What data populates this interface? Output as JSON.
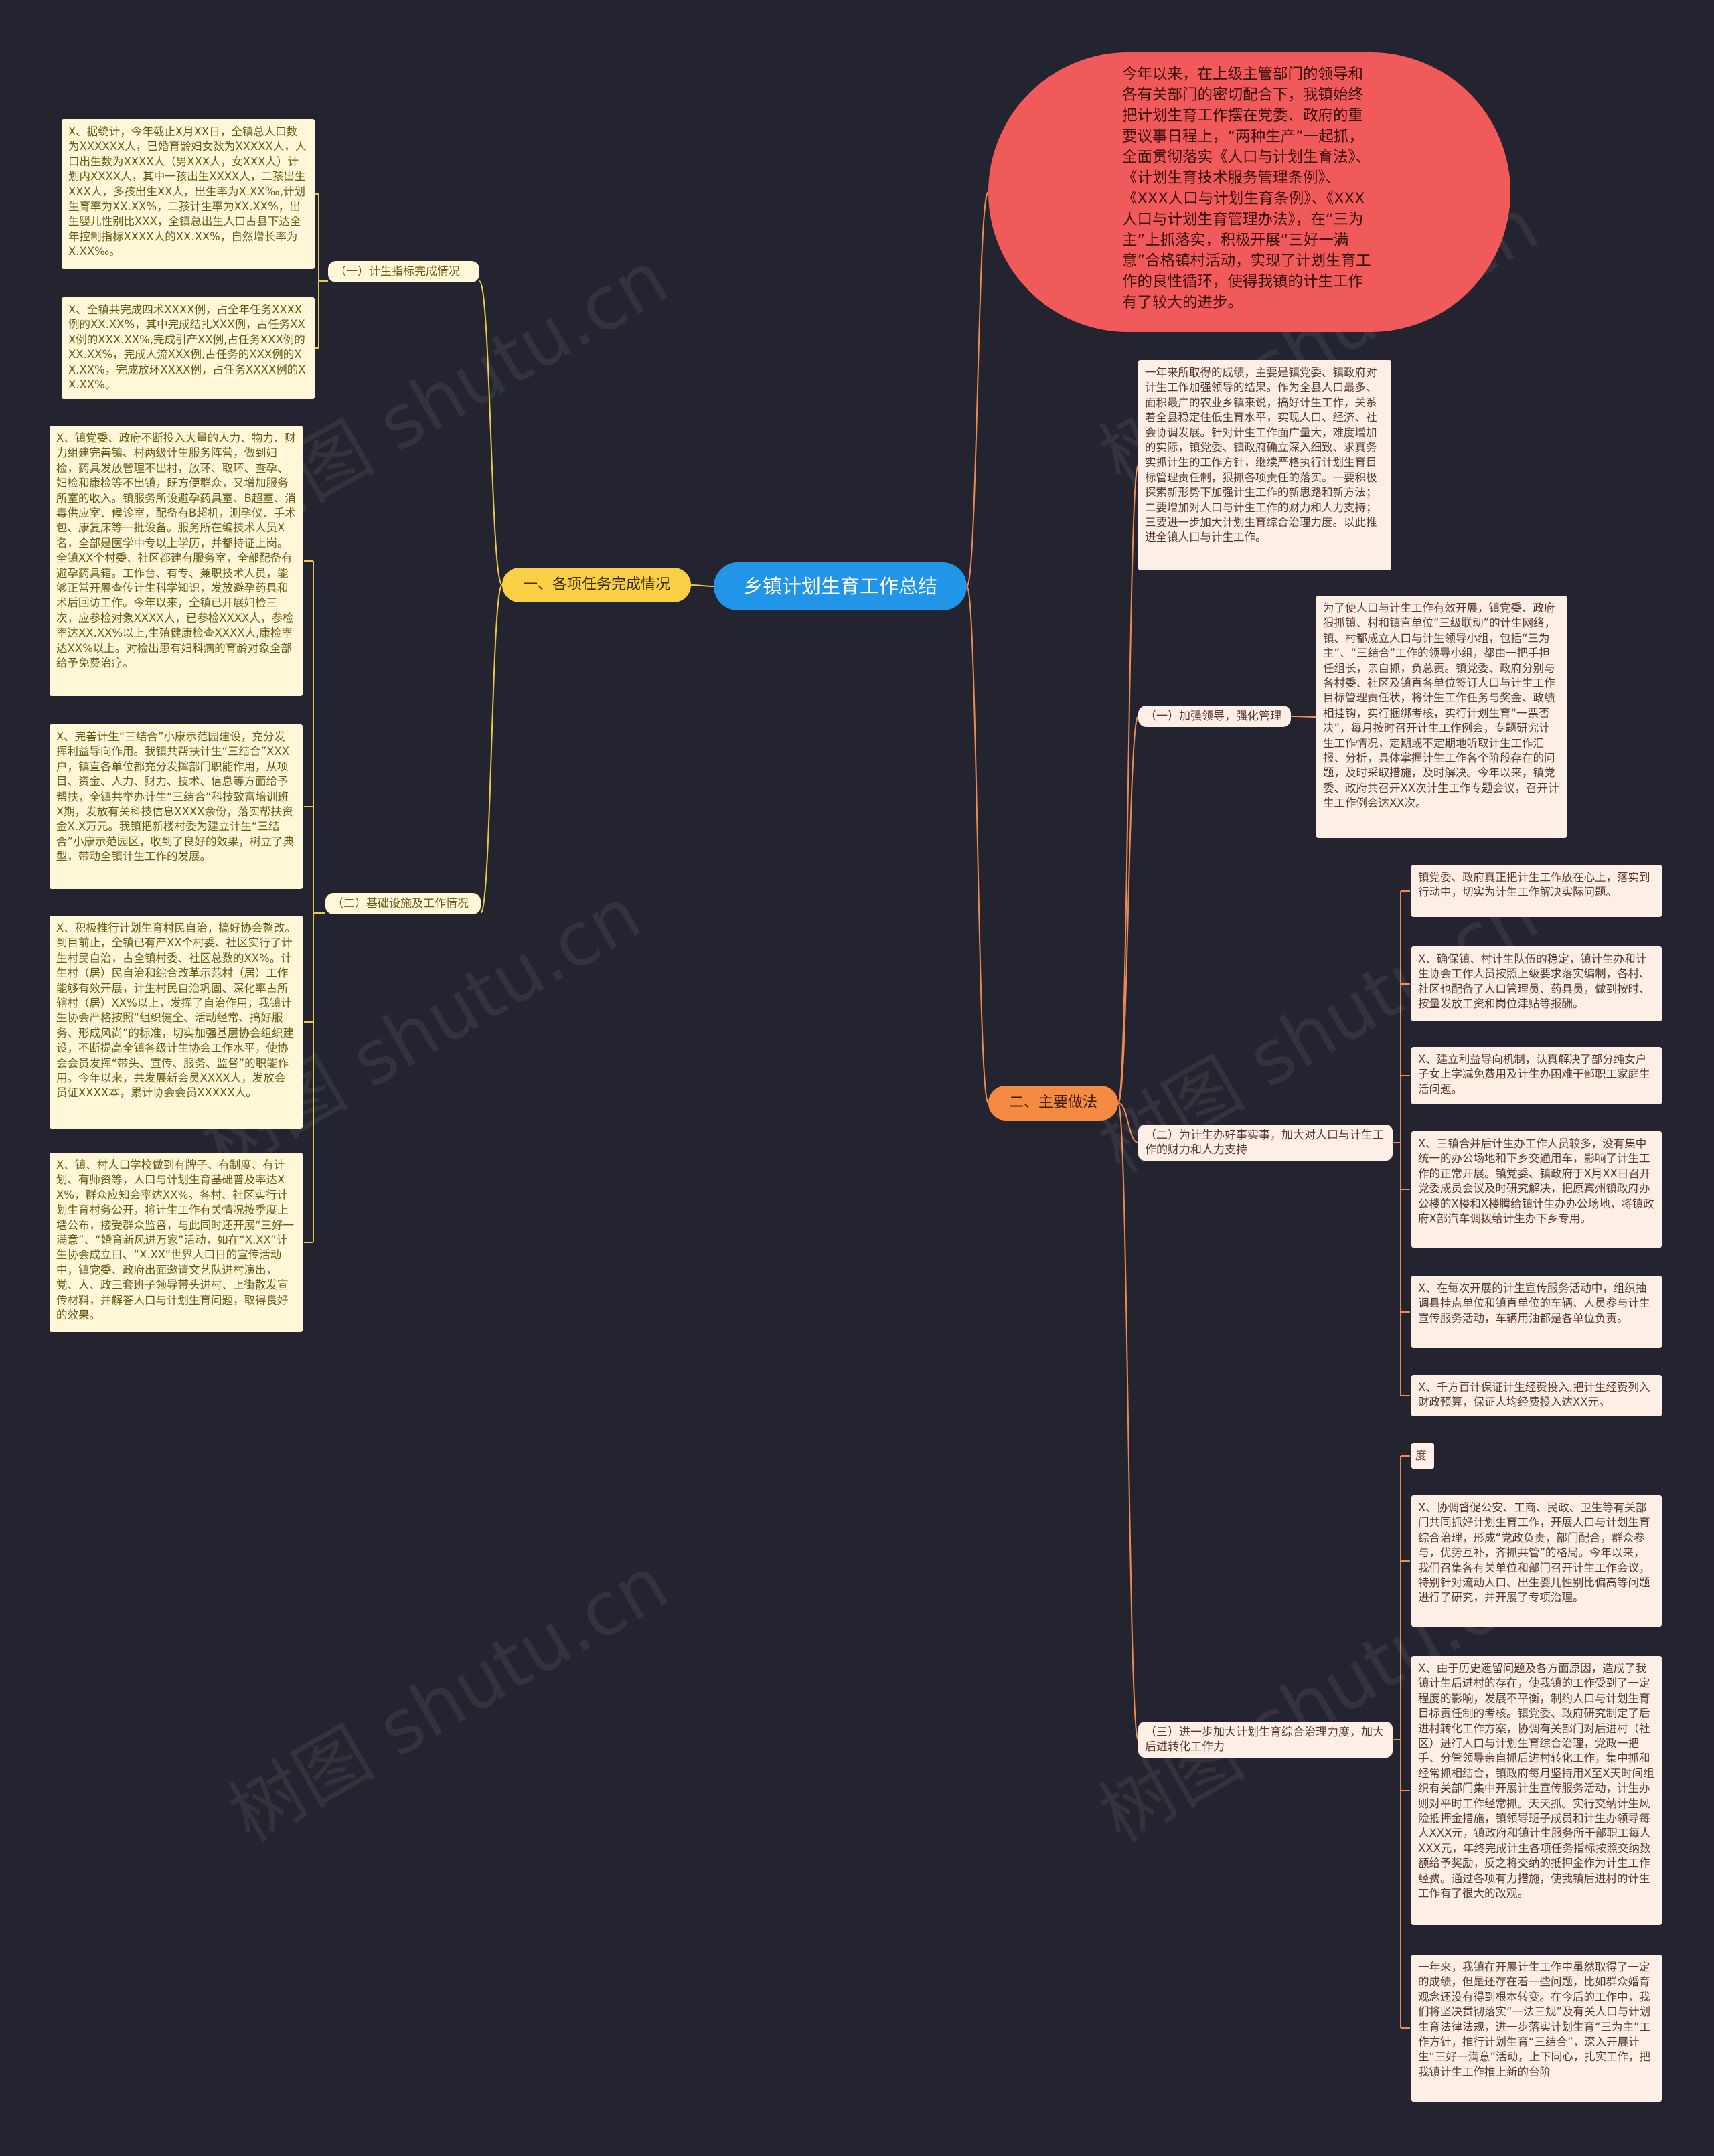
{
  "colors": {
    "background": "#23242f",
    "root": "#2196e8",
    "left_branch": "#f9cf45",
    "right_branch": "#f58a42",
    "bubble": "#f15a5a",
    "left_note": "#fff8d8",
    "right_note": "#fdeee6",
    "left_line": "#e8c84a",
    "right_line": "#ef8a55"
  },
  "root": {
    "label": "乡镇计划生育工作总结"
  },
  "intro": "今年以来，在上级主管部门的领导和各有关部门的密切配合下，我镇始终把计划生育工作摆在党委、政府的重要议事日程上，“两种生产”一起抓，全面贯彻落实《人口与计划生育法》、《计划生育技术服务管理条例》、《XXX人口与计划生育条例》、《XXX人口与计划生育管理办法》，在“三为主”上抓落实，积极开展“三好一满意”合格镇村活动，实现了计划生育工作的良性循环，使得我镇的计生工作有了较大的进步。",
  "left": {
    "branch": "一、各项任务完成情况",
    "groups": [
      {
        "label": "（一）计生指标完成情况",
        "notes": [
          "X、据统计，今年截止X月XX日，全镇总人口数为XXXXXX人，已婚育龄妇女数为XXXXX人，人口出生数为XXXX人（男XXX人，女XXX人）计划内XXXX人，其中一孩出生XXXX人，二孩出生XXX人，多孩出生XX人，出生率为X.XX‰,计划生育率为XX.XX%，二孩计生率为XX.XX%，出生婴儿性别比XXX，全镇总出生人口占县下达全年控制指标XXXX人的XX.XX%，自然增长率为X.XX‰。",
          "X、全镇共完成四术XXXX例，占全年任务XXXX例的XX.XX%，其中完成结扎XXX例，占任务XXX例的XXX.XX%,完成引产XX例,占任务XXX例的XX.XX%，完成人流XXX例,占任务的XXX例的XX.XX%，完成放环XXXX例，占任务XXXX例的XX.XX%。"
        ]
      },
      {
        "label": "（二）基础设施及工作情况",
        "notes": [
          "X、镇党委、政府不断投入大量的人力、物力、财力组建完善镇、村两级计生服务阵营，做到妇检，药具发放管理不出村，放环、取环、查孕、妇检和康检等不出镇，既方便群众，又增加服务所室的收入。镇服务所设避孕药具室、B超室、消毒供应室、候诊室，配备有B超机，测孕仪、手术包、康复床等一批设备。服务所在编技术人员X名，全部是医学中专以上学历，并都持证上岗。全镇XX个村委、社区都建有服务室，全部配备有避孕药具箱。工作台、有专、兼职技术人员，能够正常开展查传计生科学知识，发放避孕药具和术后回访工作。今年以来，全镇已开展妇检三次，应参检对象XXXX人，已参检XXXX人，参检率达XX.XX%以上,生殖健康检查XXXX人,康检率达XX%以上。对检出患有妇科病的育龄对象全部给予免费治疗。",
          "X、完善计生“三结合”小康示范园建设，充分发挥利益导向作用。我镇共帮扶计生“三结合”XXX户，镇直各单位都充分发挥部门职能作用，从项目、资金、人力、财力、技术、信息等方面给予帮扶，全镇共举办计生“三结合”科技致富培训班X期，发放有关科技信息XXXX余份，落实帮扶资金X.X万元。我镇把新楼村委为建立计生“三结合”小康示范园区，收到了良好的效果，树立了典型，带动全镇计生工作的发展。",
          "X、积极推行计划生育村民自治，搞好协会整改。到目前止，全镇已有产XX个村委、社区实行了计生村民自治，占全镇村委、社区总数的XX%。计生村（居）民自治和综合改革示范村（居）工作能够有效开展，计生村民自治巩固、深化率占所辖村（居）XX%以上，发挥了自治作用，我镇计生协会严格按照“组织健全、活动经常、搞好服务、形成风尚”的标准，切实加强基层协会组织建设，不断提高全镇各级计生协会工作水平，使协会会员发挥“带头、宣传、服务、监督”的职能作用。今年以来，共发展新会员XXXX人，发放会员证XXXX本，累计协会会员XXXXX人。",
          "X、镇、村人口学校做到有牌子、有制度、有计划、有师资等，人口与计划生育基础普及率达XX%，群众应知会率达XX%。各村、社区实行计划生育村务公开，将计生工作有关情况按季度上墙公布，接受群众监督，与此同时还开展“三好一满意”、“婚育新风进万家”活动，如在“X.XX”计生协会成立日、“X.XX”世界人口日的宣传活动中，镇党委、政府出面邀请文艺队进村演出，党、人、政三套班子领导带头进村、上街散发宣传材料，并解答人口与计划生育问题，取得良好的效果。"
        ]
      }
    ]
  },
  "right": {
    "summary": "一年来所取得的成绩，主要是镇党委、镇政府对计生工作加强领导的结果。作为全县人口最多、面积最广的农业乡镇来说，搞好计生工作，关系着全县稳定住低生育水平，实现人口、经济、社会协调发展。针对计生工作面广量大，难度增加的实际，镇党委、镇政府确立深入细致、求真务实抓计生的工作方针，继续严格执行计划生育目标管理责任制，狠抓各项责任的落实。一要积极探索新形势下加强计生工作的新思路和新方法；二要增加对人口与计生工作的财力和人力支持；三要进一步加大计划生育综合治理力度。以此推进全镇人口与计生工作。",
    "branch": "二、主要做法",
    "groups": [
      {
        "label": "（一）加强领导，强化管理",
        "notes": [
          "为了使人口与计生工作有效开展，镇党委、政府狠抓镇、村和镇直单位“三级联动”的计生网络，镇、村都成立人口与计生领导小组，包括“三为主”、“三结合”工作的领导小组，都由一把手担任组长，亲自抓，负总责。镇党委、政府分别与各村委、社区及镇直各单位签订人口与计生工作目标管理责任状，将计生工作任务与奖金、政绩相挂钩，实行捆绑考核，实行计划生育“一票否决”，每月按时召开计生工作例会，专题研究计生工作情况，定期或不定期地听取计生工作汇报、分析，具体掌握计生工作各个阶段存在的问题，及时采取措施，及时解决。今年以来，镇党委、政府共召开XX次计生工作专题会议，召开计生工作例会达XX次。"
        ]
      },
      {
        "label": "（二）为计生办好事实事，加大对人口与计生工作的财力和人力支持",
        "notes": [
          "镇党委、政府真正把计生工作放在心上，落实到行动中，切实为计生工作解决实际问题。",
          "X、确保镇、村计生队伍的稳定，镇计生办和计生协会工作人员按照上级要求落实编制，各村、社区也配备了人口管理员、药具员，做到按时、按量发放工资和岗位津贴等报酬。",
          "X、建立利益导向机制，认真解决了部分纯女户子女上学减免费用及计生办困难干部职工家庭生活问题。",
          "X、三镇合并后计生办工作人员较多，没有集中统一的办公场地和下乡交通用车，影响了计生工作的正常开展。镇党委、镇政府于X月XX日召开党委成员会议及时研究解决，把原宾州镇政府办公楼的X楼和X楼腾给镇计生办办公场地，将镇政府X部汽车调拨给计生办下乡专用。",
          "X、在每次开展的计生宣传服务活动中，组织抽调县挂点单位和镇直单位的车辆、人员参与计生宣传服务活动，车辆用油都是各单位负责。",
          "X、千方百计保证计生经费投入,把计生经费列入财政预算，保证人均经费投入达XX元。"
        ]
      },
      {
        "label": "（三）进一步加大计划生育综合治理力度，加大后进转化工作力",
        "notes": [
          "度",
          "X、协调督促公安、工商、民政、卫生等有关部门共同抓好计划生育工作，开展人口与计划生育综合治理，形成“党政负责，部门配合，群众参与，优势互补，齐抓共管”的格局。今年以来，我们召集各有关单位和部门召开计生工作会议，特别针对流动人口、出生婴儿性别比偏高等问题进行了研究，并开展了专项治理。",
          "X、由于历史遗留问题及各方面原因，造成了我镇计生后进村的存在，使我镇的工作受到了一定程度的影响，发展不平衡，制约人口与计划生育目标责任制的考核。镇党委、政府研究制定了后进村转化工作方案，协调有关部门对后进村（社区）进行人口与计划生育综合治理，党政一把手、分管领导亲自抓后进村转化工作，集中抓和经常抓相结合，镇政府每月坚持用X至X天时间组织有关部门集中开展计生宣传服务活动，计生办则对平时工作经常抓。天天抓。实行交纳计生风险抵押金措施，镇领导班子成员和计生办领导每人XXX元，镇政府和镇计生服务所干部职工每人XXX元，年终完成计生各项任务指标按照交纳数额给予奖励，反之将交纳的抵押金作为计生工作经费。通过各项有力措施，使我镇后进村的计生工作有了很大的改观。",
          "一年来，我镇在开展计生工作中虽然取得了一定的成绩，但是还存在着一些问题，比如群众婚育观念还没有得到根本转变。在今后的工作中，我们将坚决贯彻落实“一法三规”及有关人口与计划生育法律法规，进一步落实计划生育“三为主”工作方针，推行计划生育“三结合”，深入开展计生“三好一满意”活动，上下同心，扎实工作，把我镇计生工作推上新的台阶"
        ]
      }
    ]
  },
  "watermark": "树图 shutu.cn"
}
